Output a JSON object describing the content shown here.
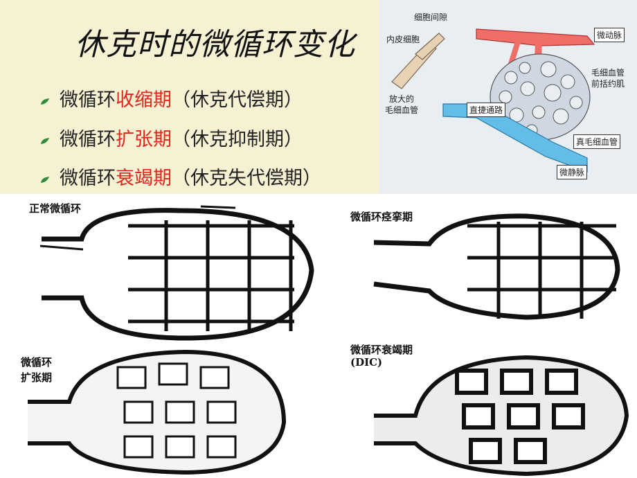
{
  "slide": {
    "title": "休克时的微循环变化",
    "bullets": [
      {
        "pre": "微循环",
        "hl": "收缩期",
        "post": "（休克代偿期）"
      },
      {
        "pre": "微循环",
        "hl": "扩张期",
        "post": "（休克抑制期）"
      },
      {
        "pre": "微循环",
        "hl": "衰竭期",
        "post": "（休克失代偿期）"
      }
    ],
    "colors": {
      "background": "#f6f1d3",
      "highlight": "#e0261c",
      "bullet": "#2f8a3a",
      "arteriole": "#ef6f68",
      "venule": "#63bde6"
    }
  },
  "anatomy": {
    "gap": "细胞间隙",
    "endothelial": "内皮细胞",
    "dilated_1": "放大的",
    "dilated_2": "毛细血管",
    "arteriole": "微动脉",
    "sphincter_1": "毛细血管",
    "sphincter_2": "前括约肌",
    "thoroughfare": "直捷通路",
    "true_cap": "真毛细血管",
    "venule": "微静脉"
  },
  "sketches": {
    "normal": "正常微循环",
    "spasm": "微循环痉挛期",
    "dilation_1": "微循环",
    "dilation_2": "扩张期",
    "failure": "微循环衰竭期",
    "dic": "(DIC)"
  }
}
